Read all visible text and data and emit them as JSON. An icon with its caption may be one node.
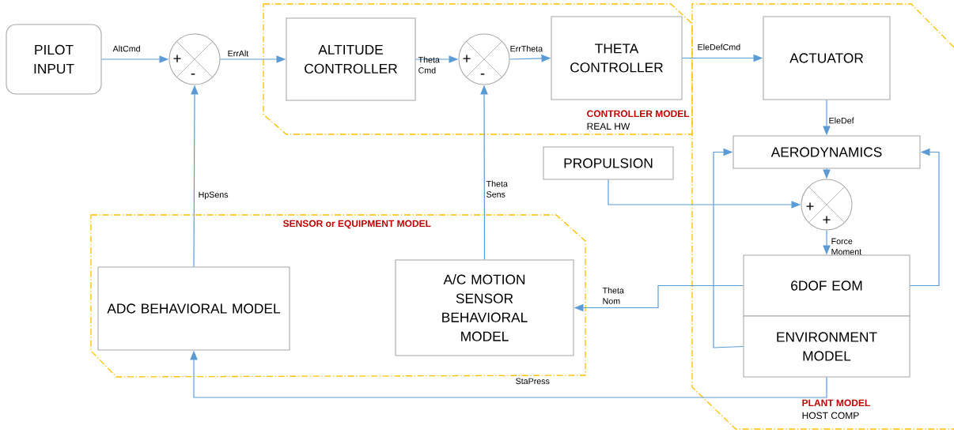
{
  "diagram": {
    "nodes": [
      {
        "text": [
          "PILOT INPUT"
        ]
      },
      {
        "text": [
          "+",
          "-"
        ]
      },
      {
        "text": [
          "CONTROLLER MODEL",
          "REAL HW"
        ]
      },
      {
        "text": [
          "ALTITUDE CONTROLLER"
        ],
        "in": 2
      },
      {
        "text": [
          "+",
          "-"
        ],
        "in": 2
      },
      {
        "text": [
          "THETA CONTROLLER"
        ],
        "in": 2
      },
      {
        "text": [
          "PLANT MODEL",
          "HOST COMP"
        ]
      },
      {
        "text": [
          "ACTUATOR"
        ],
        "in": 6
      },
      {
        "text": [
          "AERODYNAMICS"
        ],
        "in": 6
      },
      {
        "text": [
          "PROPULSION"
        ]
      },
      {
        "text": [
          "+",
          "+"
        ],
        "in": 6
      },
      {
        "text": [
          "6DOF EOM"
        ],
        "in": 6
      },
      {
        "text": [
          "ENVIRONMENT MODEL"
        ],
        "in": 6
      },
      {
        "text": [
          "SENSOR or EQUIPMENT MODEL"
        ]
      },
      {
        "text": [
          "ADC BEHAVIORAL MODEL"
        ],
        "in": 13
      },
      {
        "text": [
          "A/C MOTION SENSOR BEHAVIORAL MODEL"
        ],
        "in": 13
      }
    ],
    "edges": [
      {
        "from": 0,
        "to": 1,
        "arrow": "to",
        "label": "AltCmd"
      },
      {
        "from": 1,
        "to": 3,
        "arrow": "to",
        "label": "ErrAlt"
      },
      {
        "from": 3,
        "to": 4,
        "arrow": "to",
        "label": "Theta Cmd"
      },
      {
        "from": 4,
        "to": 5,
        "arrow": "to",
        "label": "ErrTheta"
      },
      {
        "from": 5,
        "to": 7,
        "arrow": "to",
        "label": "EleDefCmd"
      },
      {
        "from": 7,
        "to": 8,
        "arrow": "to",
        "label": "EleDef"
      },
      {
        "from": 8,
        "to": 10,
        "arrow": "to"
      },
      {
        "from": 9,
        "to": 10,
        "arrow": "to"
      },
      {
        "from": 10,
        "to": 11,
        "arrow": "to",
        "label": "Force Moment"
      },
      {
        "from": 11,
        "to": 15,
        "arrow": "to",
        "label": "Theta Nom"
      },
      {
        "from": 12,
        "to": 14,
        "arrow": "to",
        "label": "StaPress"
      },
      {
        "from": 14,
        "to": 1,
        "arrow": "to",
        "label": "HpSens"
      },
      {
        "from": 15,
        "to": 4,
        "arrow": "to",
        "label": "Theta Sens"
      },
      {
        "from": 11,
        "to": 8,
        "arrow": "to"
      },
      {
        "from": 12,
        "to": 8,
        "arrow": "to"
      }
    ]
  }
}
